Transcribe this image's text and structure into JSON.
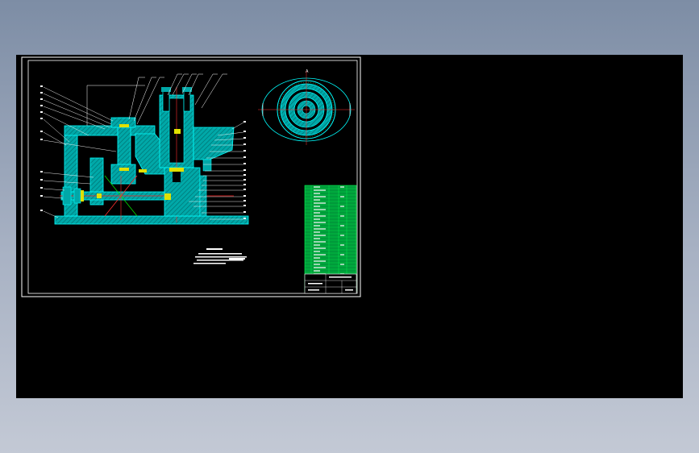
{
  "window": {
    "background_gradient": [
      "#7d8da5",
      "#c3c9d5"
    ],
    "viewport_background": "#000000"
  },
  "drawing": {
    "section_marker": "A",
    "callout_count_top": 10,
    "callout_count_left": 13,
    "callout_count_right": 17,
    "colors": {
      "frame": "#ffffff",
      "part_fill": "#00a8a8",
      "part_line": "#00ffff",
      "hatch": "#007f7f",
      "fastener": "#e0e000",
      "centerline": "#ff3030",
      "shaft_red": "#ff2020",
      "gear_green": "#00e000",
      "table_fill": "#009a3a",
      "table_line": "#00ff50",
      "leader": "#ffffff"
    }
  }
}
